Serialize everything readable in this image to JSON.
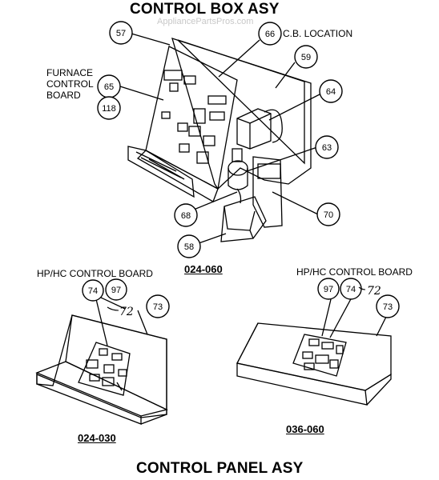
{
  "titles": {
    "top": "CONTROL BOX ASY",
    "bottom": "CONTROL PANEL ASY"
  },
  "watermark": "AppliancePartsPros.com",
  "labels": {
    "cb_location": "C.B. LOCATION",
    "furnace_line1": "FURNACE",
    "furnace_line2": "CONTROL",
    "furnace_line3": "BOARD",
    "hp_left": "HP/HC CONTROL BOARD",
    "hp_right": "HP/HC CONTROL BOARD"
  },
  "model_codes": {
    "top": "024-060",
    "bottom_left": "024-030",
    "bottom_right": "036-060"
  },
  "callouts": {
    "c57": "57",
    "c66": "66",
    "c59": "59",
    "c65": "65",
    "c118": "118",
    "c64": "64",
    "c63": "63",
    "c68": "68",
    "c70": "70",
    "c58": "58",
    "c74_left": "74",
    "c97_left": "97",
    "c73_left": "73",
    "c97_right": "97",
    "c74_right": "74",
    "c73_right": "73"
  },
  "handwritten": {
    "left": "72",
    "right": "72"
  }
}
